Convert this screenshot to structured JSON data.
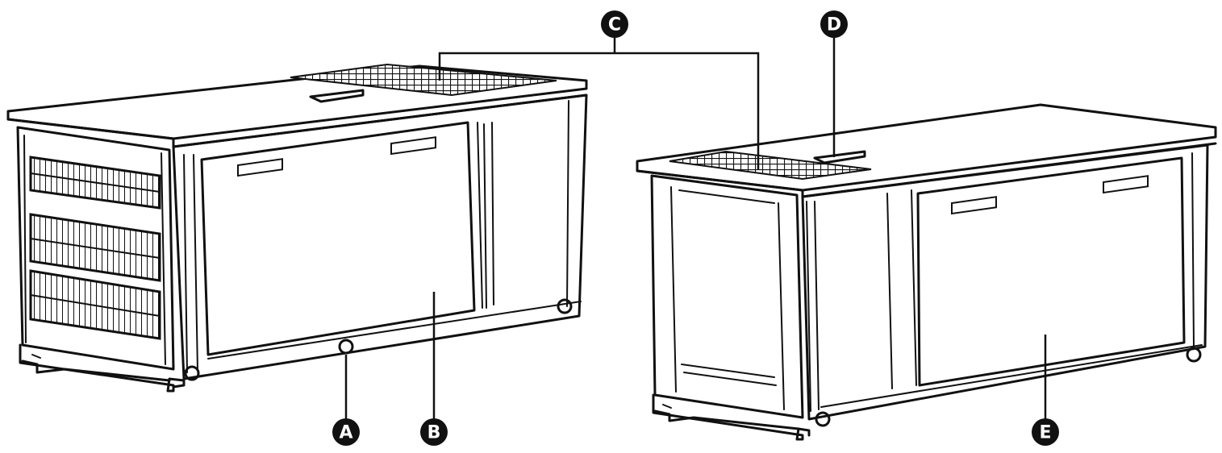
{
  "callouts": [
    {
      "id": "A",
      "label": "A"
    },
    {
      "id": "B",
      "label": "B"
    },
    {
      "id": "C",
      "label": "C"
    },
    {
      "id": "D",
      "label": "D"
    },
    {
      "id": "E",
      "label": "E"
    }
  ],
  "colors": {
    "ink": "#111111",
    "background": "#ffffff"
  }
}
